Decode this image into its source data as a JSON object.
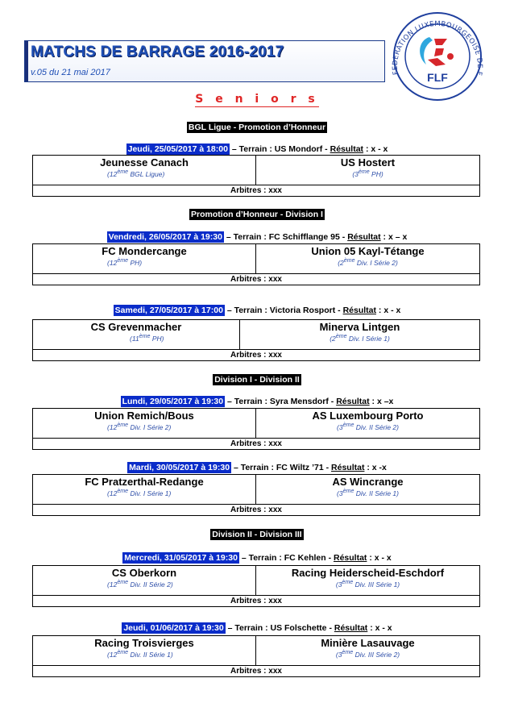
{
  "header": {
    "title": "MATCHS DE BARRAGE 2016-2017",
    "version": "v.05 du 21 mai 2017"
  },
  "logo": {
    "ring_text": "FEDERATION LUXEMBOURGEOISE DE FOOTBALL",
    "initials": "FLF",
    "colors": {
      "ring": "#1f3f9e",
      "red": "#d6262b",
      "blue": "#2fa7de"
    }
  },
  "category": "S e n i o r s",
  "sections": {
    "s1": "BGL Ligue - Promotion d’Honneur",
    "s2": "Promotion d’Honneur - Division I",
    "s3": "Division I - Division II",
    "s4": "Division II - Division III"
  },
  "matches": [
    {
      "date": "Jeudi, 25/05/2017 à 18:00",
      "terrain": " – Terrain : US Mondorf - ",
      "resultat_label": "Résultat",
      "resultat": " : x - x",
      "home": "Jeunesse Canach",
      "home_rank": "12",
      "home_info": " BGL Ligue)",
      "away": "US Hostert",
      "away_rank": "3",
      "away_info": " PH)",
      "arbitres": "Arbitres : xxx"
    },
    {
      "date": "Vendredi, 26/05/2017 à 19:30",
      "terrain": " – Terrain : FC Schifflange 95 - ",
      "resultat_label": "Résultat",
      "resultat": " : x – x",
      "home": "FC Mondercange",
      "home_rank": "12",
      "home_info": " PH)",
      "away": "Union 05 Kayl-Tétange",
      "away_rank": "2",
      "away_info": " Div. I Série 2)",
      "arbitres": "Arbitres : xxx"
    },
    {
      "date": "Samedi, 27/05/2017 à 17:00",
      "terrain": " – Terrain : Victoria Rosport -    ",
      "resultat_label": "Résultat",
      "resultat": " : x - x",
      "home": "CS Grevenmacher",
      "home_rank": "11",
      "home_info": " PH)",
      "away": "Minerva Lintgen",
      "away_rank": "2",
      "away_info": " Div. I Série 1)",
      "arbitres": "Arbitres : xxx"
    },
    {
      "date": "Lundi, 29/05/2017 à 19:30",
      "terrain": " – Terrain : Syra Mensdorf - ",
      "resultat_label": "Résultat",
      "resultat": " : x –x",
      "home": "Union Remich/Bous",
      "home_rank": "12",
      "home_info": "  Div. I Série 2)",
      "away": "AS Luxembourg Porto",
      "away_rank": "3",
      "away_info": " Div. II Série 2)",
      "arbitres": "Arbitres : xxx"
    },
    {
      "date": "Mardi, 30/05/2017 à 19:30",
      "terrain": " – Terrain : FC Wiltz ’71 - ",
      "resultat_label": "Résultat",
      "resultat": " : x -x",
      "home": "FC Pratzerthal-Redange",
      "home_rank": "12",
      "home_info": "  Div. I Série 1)",
      "away": "AS Wincrange",
      "away_rank": "3",
      "away_info": " Div. II Série 1)",
      "arbitres": "Arbitres : xxx"
    },
    {
      "date": "Mercredi, 31/05/2017 à 19:30",
      "terrain": " – Terrain : FC Kehlen - ",
      "resultat_label": "Résultat",
      "resultat": " : x - x",
      "home": "CS Oberkorn",
      "home_rank": "12",
      "home_info": " Div. II Série 2)",
      "away": "Racing Heiderscheid-Eschdorf",
      "away_rank": "3",
      "away_info": " Div. III Série 1)",
      "arbitres": "Arbitres : xxx"
    },
    {
      "date": "Jeudi, 01/06/2017 à 19:30",
      "terrain": " – Terrain : US Folschette - ",
      "resultat_label": "Résultat",
      "resultat": " : x - x",
      "home": "Racing Troisvierges",
      "home_rank": "12",
      "home_info": " Div. II Série 1)",
      "away": "Minière Lasauvage",
      "away_rank": "3",
      "away_info": " Div. III Série 2)",
      "arbitres": "Arbitres : xxx"
    }
  ],
  "ordinal_suffix": "ème",
  "ordinal_open": "("
}
